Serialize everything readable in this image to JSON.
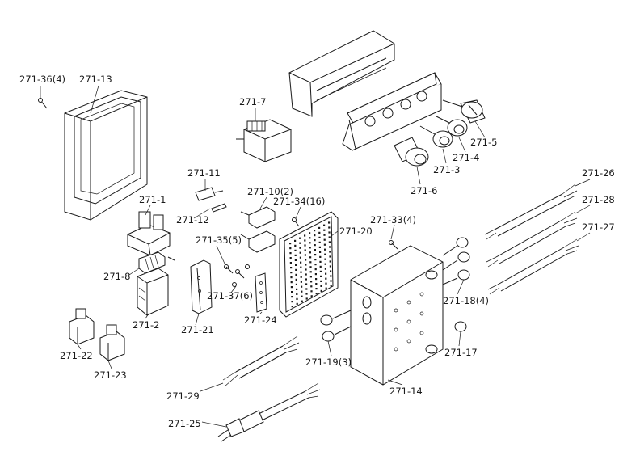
{
  "part_labels": [
    {
      "id": "p36",
      "text": "271-36(4)"
    },
    {
      "id": "p13",
      "text": "271-13"
    },
    {
      "id": "p7",
      "text": "271-7"
    },
    {
      "id": "p5",
      "text": "271-5"
    },
    {
      "id": "p4",
      "text": "271-4"
    },
    {
      "id": "p3",
      "text": "271-3"
    },
    {
      "id": "p6",
      "text": "271-6"
    },
    {
      "id": "p26",
      "text": "271-26"
    },
    {
      "id": "p28",
      "text": "271-28"
    },
    {
      "id": "p27",
      "text": "271-27"
    },
    {
      "id": "p11",
      "text": "271-11"
    },
    {
      "id": "p10",
      "text": "271-10(2)"
    },
    {
      "id": "p34",
      "text": "271-34(16)"
    },
    {
      "id": "p1",
      "text": "271-1"
    },
    {
      "id": "p12",
      "text": "271-12"
    },
    {
      "id": "p33",
      "text": "271-33(4)"
    },
    {
      "id": "p20",
      "text": "271-20"
    },
    {
      "id": "p35",
      "text": "271-35(5)"
    },
    {
      "id": "p8",
      "text": "271-8"
    },
    {
      "id": "p37",
      "text": "271-37(6)"
    },
    {
      "id": "p18",
      "text": "271-18(4)"
    },
    {
      "id": "p2",
      "text": "271-2"
    },
    {
      "id": "p21",
      "text": "271-21"
    },
    {
      "id": "p24",
      "text": "271-24"
    },
    {
      "id": "p19",
      "text": "271-19(3)"
    },
    {
      "id": "p17",
      "text": "271-17"
    },
    {
      "id": "p22",
      "text": "271-22"
    },
    {
      "id": "p23",
      "text": "271-23"
    },
    {
      "id": "p29",
      "text": "271-29"
    },
    {
      "id": "p14",
      "text": "271-14"
    },
    {
      "id": "p25",
      "text": "271-25"
    }
  ]
}
